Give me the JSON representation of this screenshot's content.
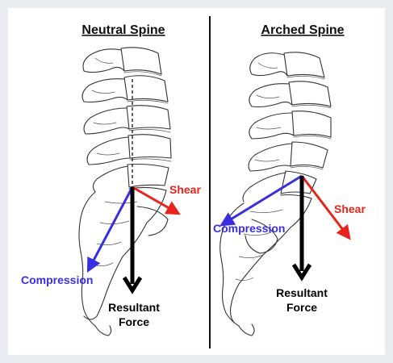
{
  "panels": [
    {
      "title": "Neutral Spine",
      "labels": {
        "shear": "Shear",
        "compression": "Compression",
        "resultant_line1": "Resultant",
        "resultant_line2": "Force"
      }
    },
    {
      "title": "Arched Spine",
      "labels": {
        "shear": "Shear",
        "compression": "Compression",
        "resultant_line1": "Resultant",
        "resultant_line2": "Force"
      }
    }
  ],
  "colors": {
    "shear": "#e8241c",
    "compression": "#3a2fe0",
    "resultant": "#000000",
    "divider": "#111111"
  }
}
